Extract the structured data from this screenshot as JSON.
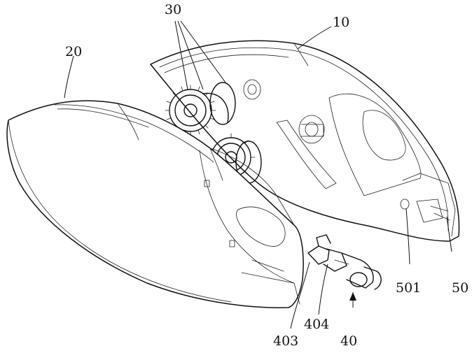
{
  "figure": {
    "labels": {
      "gears": "30",
      "upper_housing": "10",
      "lower_housing": "20",
      "connector_bracket": "501",
      "side_part": "50",
      "part_403": "403",
      "part_404": "404",
      "assembly_40": "40"
    }
  }
}
